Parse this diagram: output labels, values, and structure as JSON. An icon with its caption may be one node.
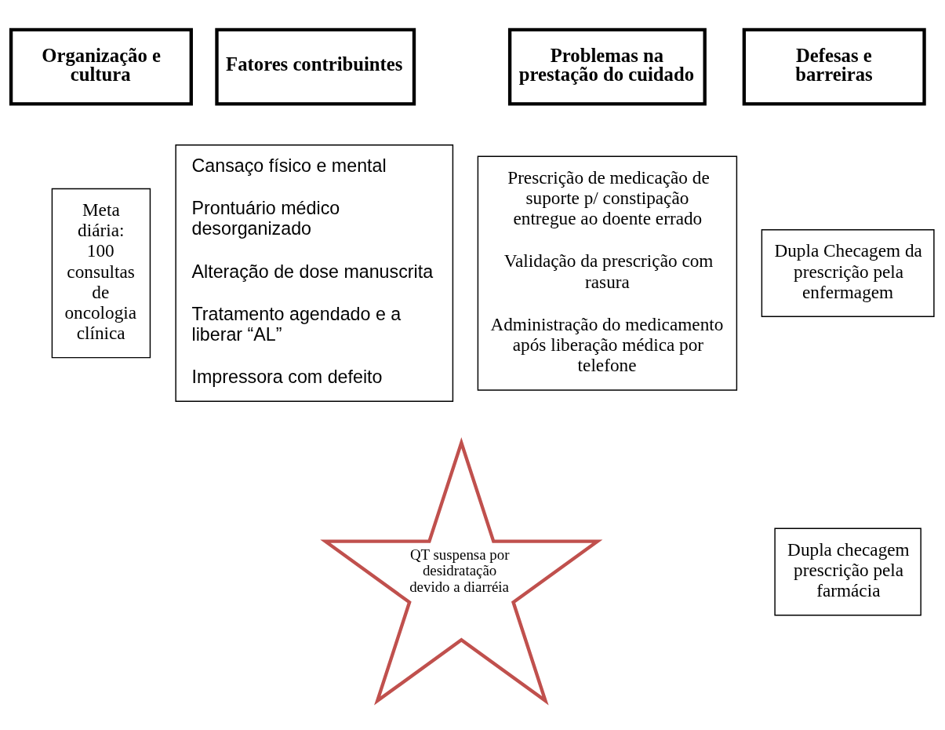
{
  "diagram": {
    "nodes": [
      {
        "text": [
          "Organização e cultura"
        ]
      },
      {
        "text": [
          "Fatores contribuintes"
        ]
      },
      {
        "text": [
          "Problemas na prestação do cuidado"
        ]
      },
      {
        "text": [
          "Defesas e barreiras"
        ]
      },
      {
        "text": [
          "Meta diária: 100 consultas de oncologia clínica"
        ]
      },
      {
        "text": [
          "Cansaço físico e mental",
          "Prontuário médico desorganizado",
          "Alteração de dose manuscrita",
          "Tratamento agendado e a liberar “AL”",
          "Impressora com defeito"
        ]
      },
      {
        "text": [
          "Prescrição de medicação de suporte p/ constipação entregue ao doente errado",
          "Validação da prescrição com rasura",
          "Administração do medicamento após liberação médica por telefone"
        ]
      },
      {
        "text": [
          "Dupla Checagem da prescrição pela enfermagem"
        ]
      },
      {
        "text": [
          "Dupla checagem prescrição pela farmácia"
        ]
      },
      {
        "text": [
          "QT suspensa por desidratação devido a diarréia"
        ]
      }
    ],
    "edges": []
  }
}
